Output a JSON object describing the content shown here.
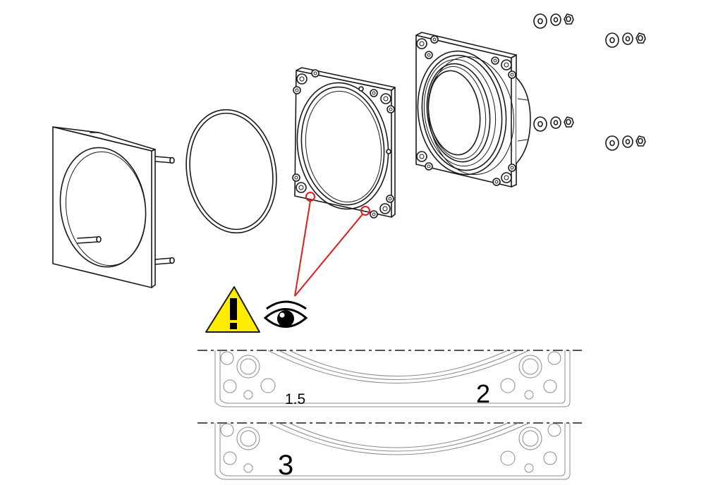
{
  "details": {
    "top_left_label": "1.5",
    "top_right_label": "2",
    "bottom_label": "3"
  },
  "icons": {
    "warning": "warning-triangle-icon",
    "inspect": "eye-icon"
  },
  "colors": {
    "highlight": "#e31a1a",
    "warning_fill": "#ffec00"
  }
}
